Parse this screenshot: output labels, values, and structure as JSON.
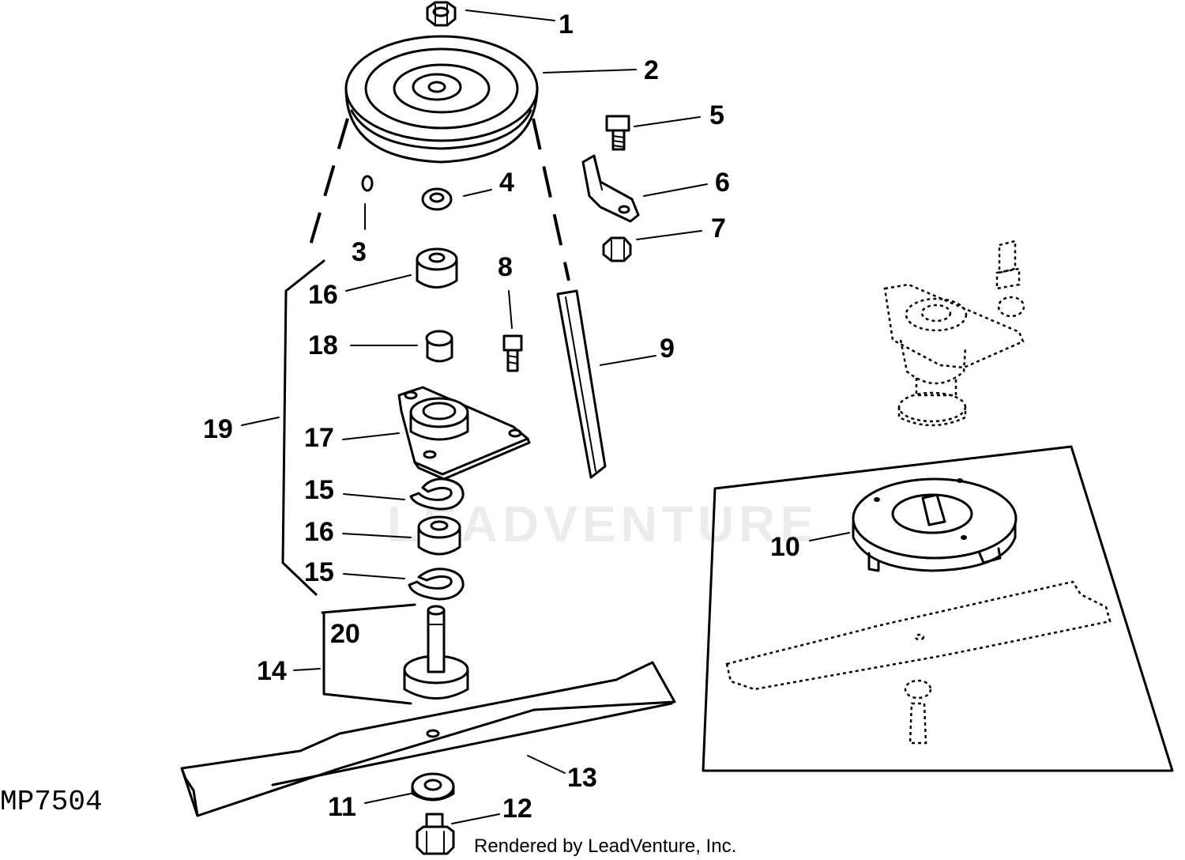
{
  "diagram": {
    "figure_code": "MP7504",
    "watermark": "LEADVENTURE",
    "credit": "Rendered by LeadVenture, Inc.",
    "callouts": {
      "c1": "1",
      "c2": "2",
      "c3": "3",
      "c4": "4",
      "c5": "5",
      "c6": "6",
      "c7": "7",
      "c8": "8",
      "c9": "9",
      "c10": "10",
      "c11": "11",
      "c12": "12",
      "c13": "13",
      "c14": "14",
      "c15a": "15",
      "c15b": "15",
      "c16a": "16",
      "c16b": "16",
      "c17": "17",
      "c18": "18",
      "c19": "19",
      "c20": "20"
    }
  }
}
